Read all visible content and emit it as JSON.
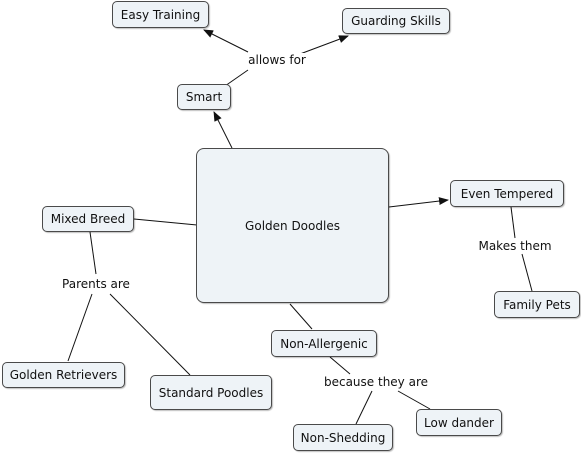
{
  "colors": {
    "node_fill": "#eef3f7",
    "node_border": "#4a4a4a",
    "line": "#111111"
  },
  "nodes": {
    "easy_training": "Easy Training",
    "guarding_skills": "Guarding Skills",
    "smart": "Smart",
    "golden_doodles": "Golden Doodles",
    "mixed_breed": "Mixed Breed",
    "even_tempered": "Even Tempered",
    "family_pets": "Family Pets",
    "non_allergenic": "Non-Allergenic",
    "golden_retrievers": "Golden Retrievers",
    "standard_poodles": "Standard Poodles",
    "non_shedding": "Non-Shedding",
    "low_dander": "Low dander"
  },
  "link_labels": {
    "allows_for": "allows for",
    "makes_them": "Makes them",
    "parents_are": "Parents are",
    "because_they_are": "because they are"
  }
}
